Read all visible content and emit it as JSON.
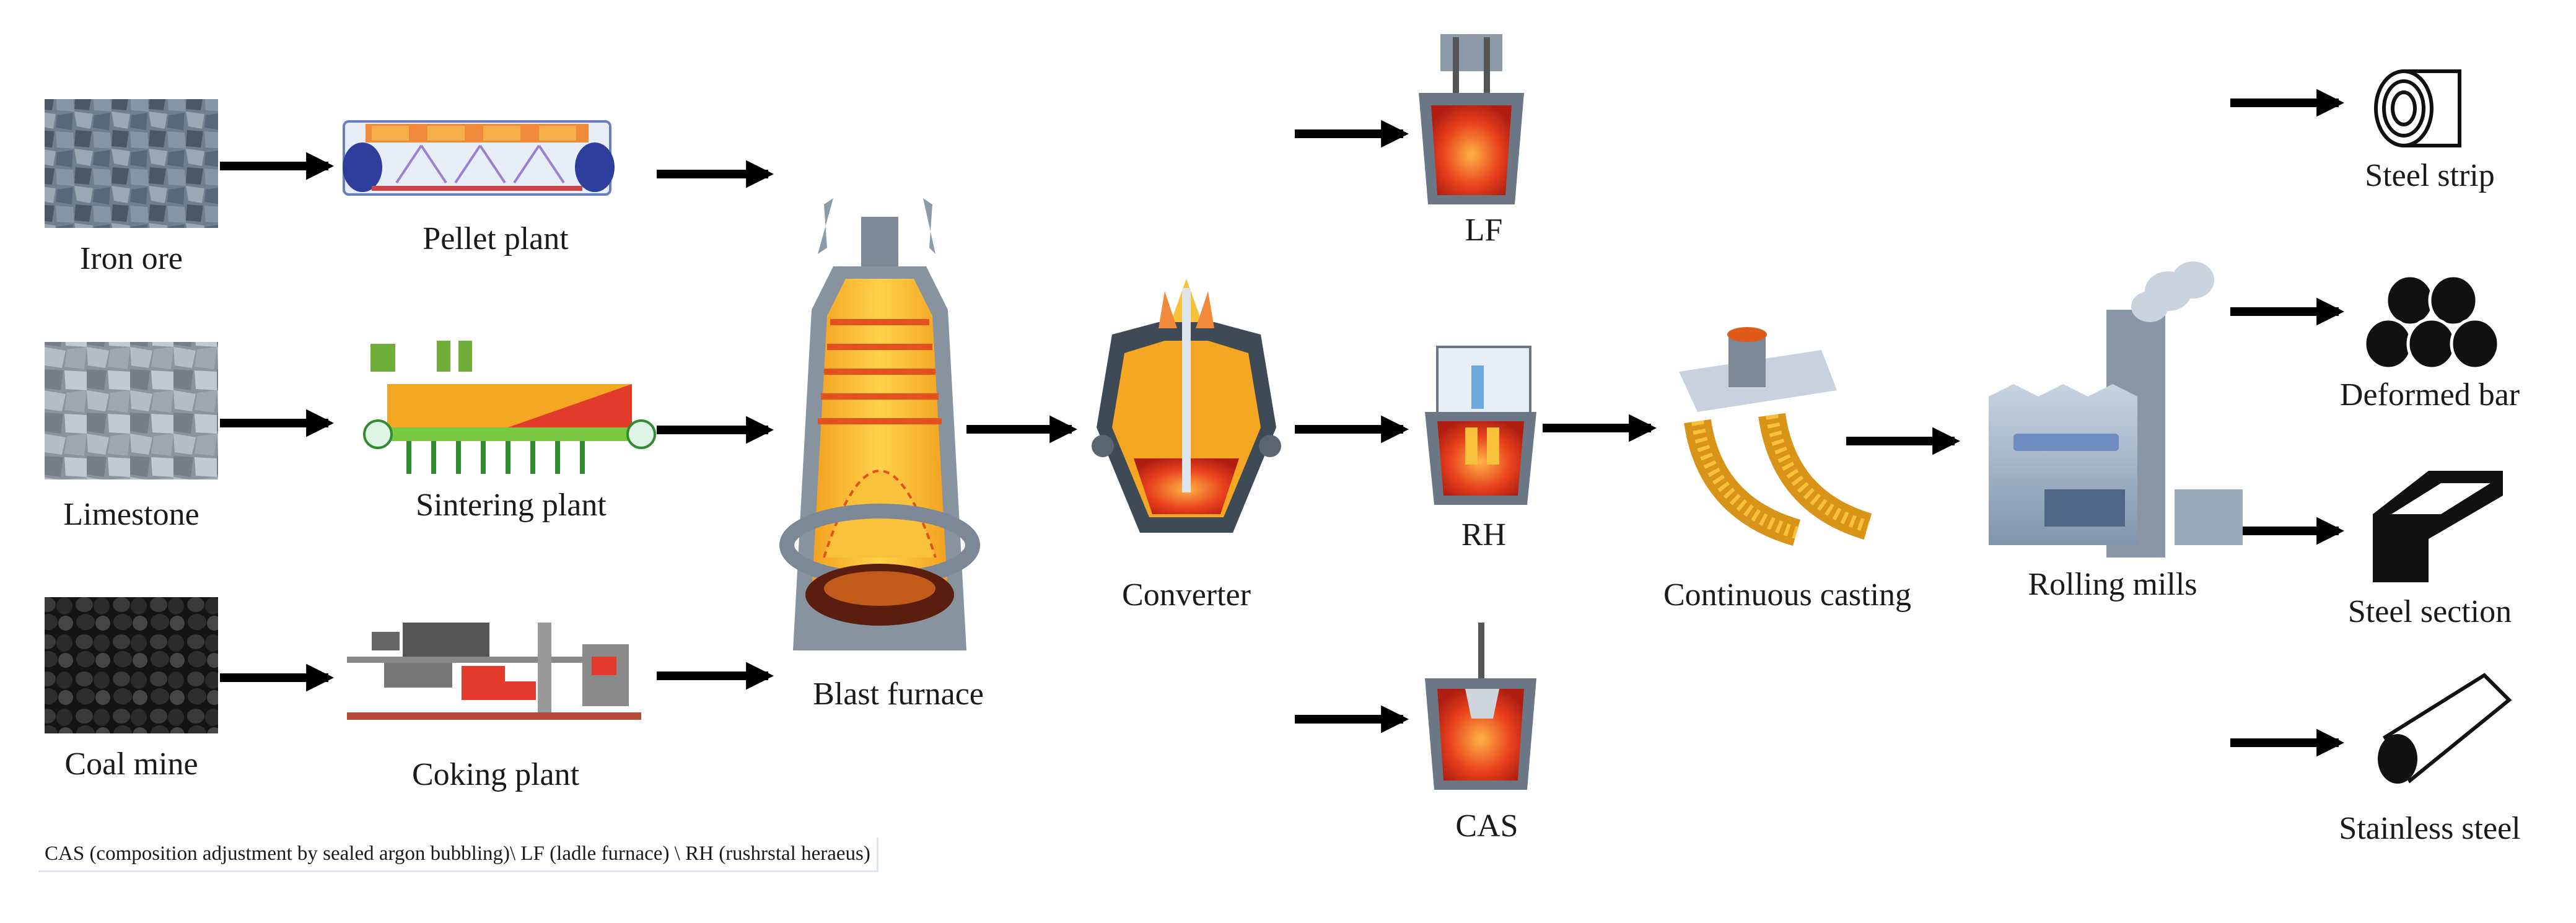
{
  "diagram": {
    "raw_materials": {
      "iron_ore": "Iron ore",
      "limestone": "Limestone",
      "coal_mine": "Coal mine"
    },
    "plants": {
      "pellet": "Pellet plant",
      "sintering": "Sintering plant",
      "coking": "Coking plant"
    },
    "blast_furnace": "Blast furnace",
    "converter": "Converter",
    "refining": {
      "lf": "LF",
      "rh": "RH",
      "cas": "CAS"
    },
    "continuous_casting": "Continuous casting",
    "rolling_mills": "Rolling mills",
    "products": {
      "strip": "Steel strip",
      "deformed_bar": "Deformed bar",
      "section": "Steel section",
      "stainless": "Stainless steel"
    },
    "footnote": "CAS (composition adjustment by sealed argon bubbling)\\  LF (ladle furnace) \\ RH (rushrstal heraeus)"
  }
}
